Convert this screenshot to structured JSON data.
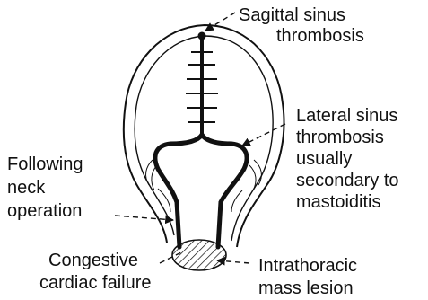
{
  "labels": {
    "sagittal": {
      "line1": "Sagittal sinus",
      "line2": "thrombosis"
    },
    "lateral": {
      "line1": "Lateral sinus",
      "line2": "thrombosis",
      "line3": "usually",
      "line4": "secondary to",
      "line5": "mastoiditis"
    },
    "neck": {
      "line1": "Following",
      "line2": "neck",
      "line3": "operation"
    },
    "cardiac": {
      "line1": "Congestive",
      "line2": "cardiac failure"
    },
    "intrathoracic": {
      "line1": "Intrathoracic",
      "line2": "mass lesion"
    }
  },
  "colors": {
    "ink": "#111111",
    "background": "#ffffff"
  }
}
